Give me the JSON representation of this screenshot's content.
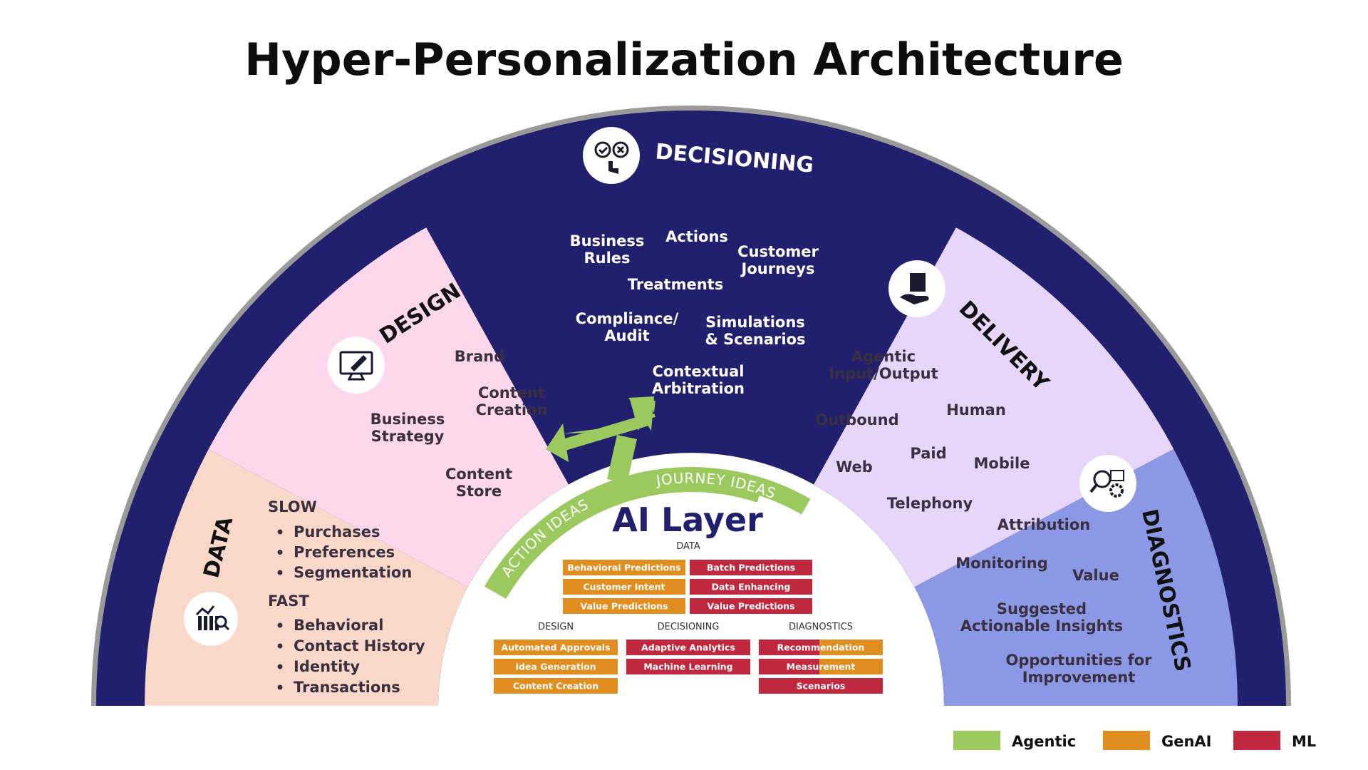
{
  "title": "Hyper-Personalization Architecture",
  "colors": {
    "navy": "#20206F",
    "data": "#FAD9CB",
    "design": "#FDD8EC",
    "delivery": "#E7D6FA",
    "diagnostics": "#8A98E6",
    "agentic": "#9BC95D",
    "genai": "#E08E1F",
    "ml": "#C0283F",
    "rim": "#9A9A9A"
  },
  "decisioning": {
    "heading": "DECISIONING",
    "icon": "decision-hand-icon",
    "items": [
      "Business\nRules",
      "Actions",
      "Customer\nJourneys",
      "Treatments",
      "Compliance/\nAudit",
      "Simulations\n& Scenarios",
      "Contextual\nArbitration"
    ]
  },
  "design": {
    "heading": "DESIGN",
    "icon": "design-monitor-icon",
    "items": [
      "Brand",
      "Content\nCreation",
      "Business\nStrategy",
      "Content\nStore"
    ]
  },
  "data": {
    "heading": "DATA",
    "icon": "analytics-chart-icon",
    "slow_label": "SLOW",
    "slow_items": [
      "Purchases",
      "Preferences",
      "Segmentation"
    ],
    "fast_label": "FAST",
    "fast_items": [
      "Behavioral",
      "Contact History",
      "Identity",
      "Transactions"
    ]
  },
  "delivery": {
    "heading": "DELIVERY",
    "icon": "delivery-hand-icon",
    "items": [
      "Agentic\nInput/Output",
      "Outbound",
      "Human",
      "Paid",
      "Web",
      "Mobile",
      "Telephony"
    ]
  },
  "diagnostics": {
    "heading": "DIAGNOSTICS",
    "icon": "diagnostics-gear-icon",
    "items": [
      "Attribution",
      "Monitoring",
      "Value",
      "Suggested\nActionable Insights",
      "Opportunities for\nImprovement"
    ]
  },
  "ai_layer": {
    "title": "AI Layer",
    "arc_left": "ACTION IDEAS",
    "arc_right": "JOURNEY IDEAS",
    "data_label": "DATA",
    "data_chips": [
      {
        "text": "Behavioral Predictions",
        "kind": "genai"
      },
      {
        "text": "Batch Predictions",
        "kind": "ml"
      },
      {
        "text": "Customer Intent",
        "kind": "genai"
      },
      {
        "text": "Data Enhancing",
        "kind": "ml"
      },
      {
        "text": "Value Predictions",
        "kind": "genai"
      },
      {
        "text": "Value Predictions",
        "kind": "ml"
      }
    ],
    "design_label": "DESIGN",
    "design_chips": [
      {
        "text": "Automated Approvals",
        "kind": "genai"
      },
      {
        "text": "Idea Generation",
        "kind": "genai"
      },
      {
        "text": "Content Creation",
        "kind": "genai"
      }
    ],
    "decisioning_label": "DECISIONING",
    "decisioning_chips": [
      {
        "text": "Adaptive Analytics",
        "kind": "ml"
      },
      {
        "text": "Machine Learning",
        "kind": "ml"
      }
    ],
    "diagnostics_label": "DIAGNOSTICS",
    "diagnostics_chips": [
      {
        "text": "Recommendation",
        "kind": "split"
      },
      {
        "text": "Measurement",
        "kind": "split"
      },
      {
        "text": "Scenarios",
        "kind": "ml"
      }
    ]
  },
  "legend": [
    {
      "label": "Agentic",
      "kind": "agentic"
    },
    {
      "label": "GenAI",
      "kind": "genai"
    },
    {
      "label": "ML",
      "kind": "ml"
    }
  ]
}
